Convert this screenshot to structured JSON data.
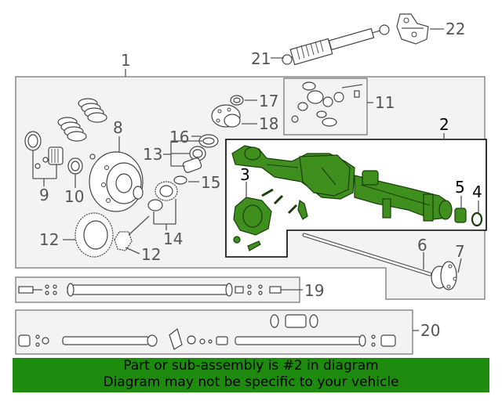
{
  "callouts": {
    "c1": "1",
    "c2": "2",
    "c3": "3",
    "c4": "4",
    "c5": "5",
    "c6": "6",
    "c7": "7",
    "c8": "8",
    "c9": "9",
    "c10": "10",
    "c11": "11",
    "c12a": "12",
    "c12b": "12",
    "c13": "13",
    "c14": "14",
    "c15": "15",
    "c16": "16",
    "c17": "17",
    "c18": "18",
    "c19": "19",
    "c20": "20",
    "c21": "21",
    "c22": "22"
  },
  "highlighted_part": "2",
  "colors": {
    "highlight": "#3f8f1e",
    "banner": "#1e8a0f"
  },
  "banner": {
    "line1": "Part or sub-assembly is #2 in diagram",
    "line2": "Diagram may not be specific to your vehicle"
  }
}
